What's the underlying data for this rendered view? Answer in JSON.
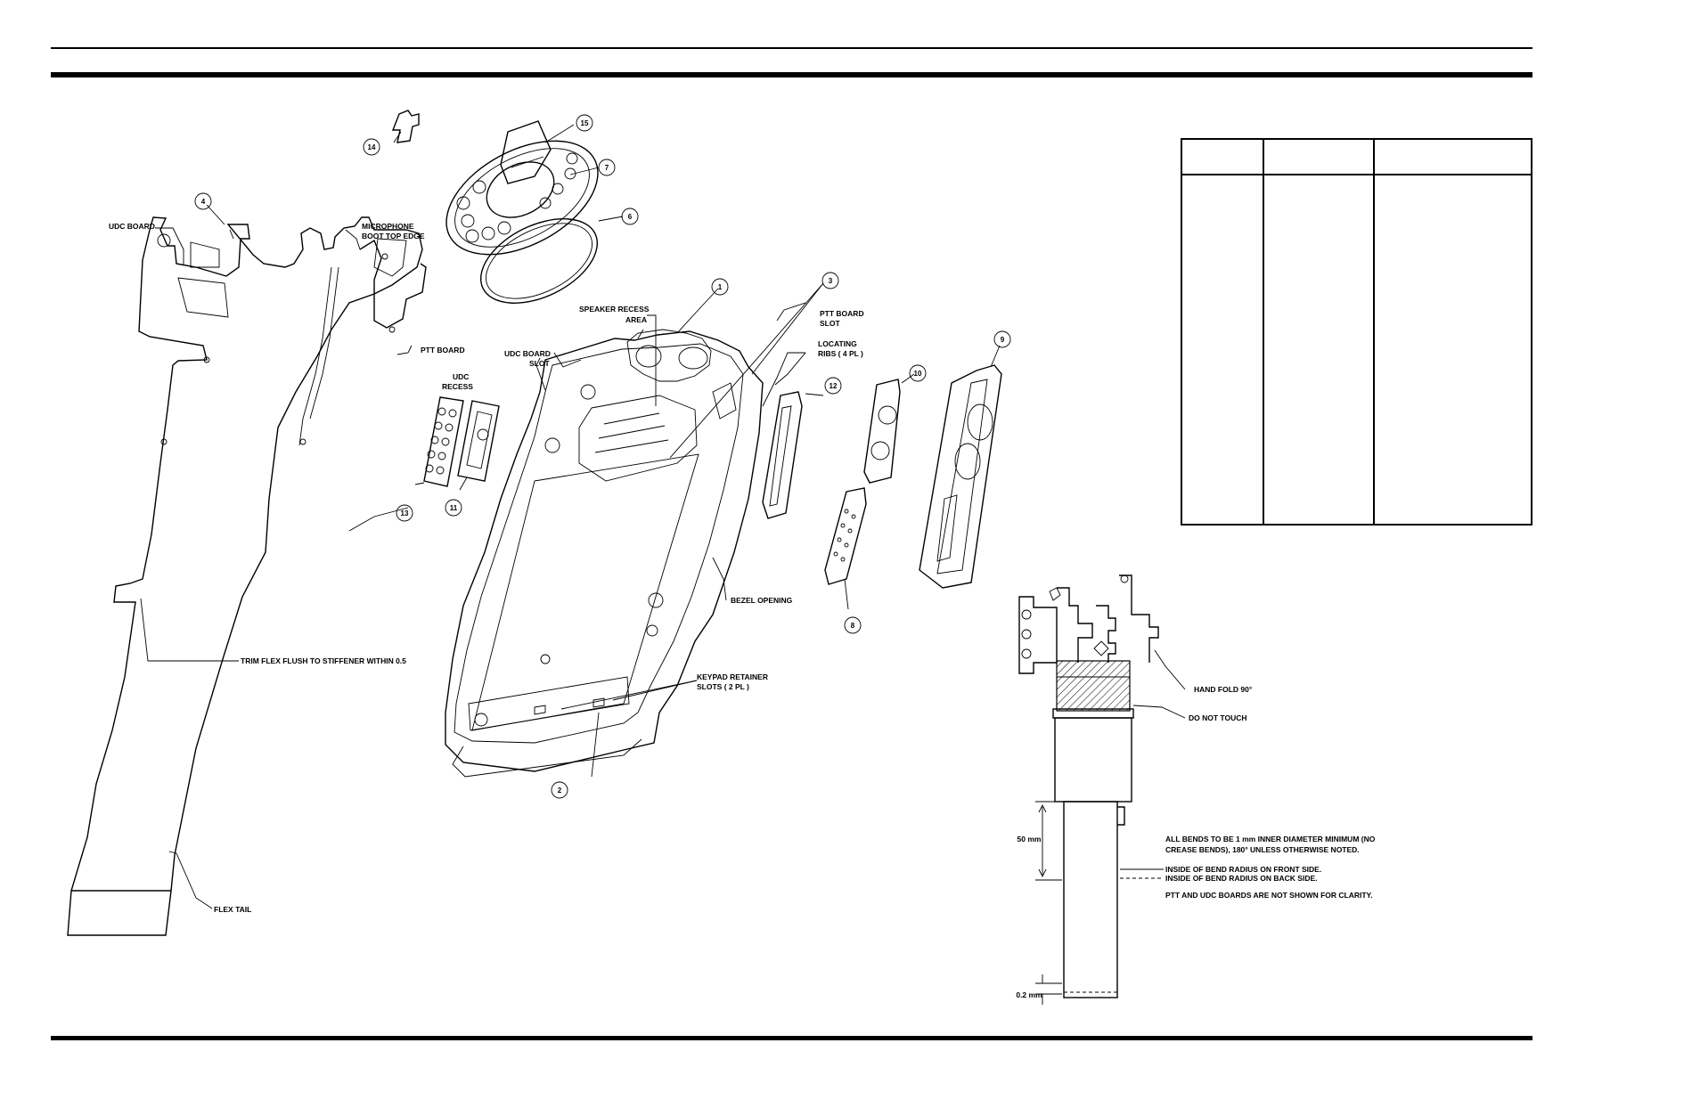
{
  "callouts": [
    "14",
    "15",
    "7",
    "6",
    "4",
    "1",
    "3",
    "9",
    "10",
    "12",
    "13",
    "11",
    "8",
    "2"
  ],
  "labels": {
    "udc_board": "UDC BOARD",
    "microphone_boot_1": "MICROPHONE",
    "microphone_boot_2": "BOOT TOP EDGE",
    "ptt_board": "PTT BOARD",
    "speaker_recess_1": "SPEAKER RECESS",
    "speaker_recess_2": "AREA",
    "udc_board_slot_1": "UDC BOARD",
    "udc_board_slot_2": "SLOT",
    "udc_recess_1": "UDC",
    "udc_recess_2": "RECESS",
    "ptt_board_slot_1": "PTT BOARD",
    "ptt_board_slot_2": "SLOT",
    "locating_ribs_1": "LOCATING",
    "locating_ribs_2": "RIBS  ( 4 PL )",
    "bezel_opening": "BEZEL OPENING",
    "keypad_retainer_1": "KEYPAD RETAINER",
    "keypad_retainer_2": "SLOTS  ( 2 PL )",
    "trim_flex": "TRIM FLEX FLUSH TO STIFFENER WITHIN 0.5",
    "flex_tail": "FLEX TAIL",
    "hand_fold": "HAND FOLD 90°",
    "do_not_touch": "DO NOT TOUCH",
    "dim_50": "50 mm",
    "dim_02": "0.2 mm"
  },
  "notes": {
    "bends_1": "ALL BENDS TO BE 1 mm INNER DIAMETER MINIMUM  (NO",
    "bends_2": "CREASE BENDS), 180°   UNLESS OTHERWISE NOTED.",
    "front_side": "INSIDE OF BEND RADIUS ON FRONT SIDE.",
    "back_side": "INSIDE OF BEND RADIUS ON BACK SIDE.",
    "clarity": "PTT AND UDC BOARDS ARE NOT SHOWN FOR CLARITY."
  }
}
